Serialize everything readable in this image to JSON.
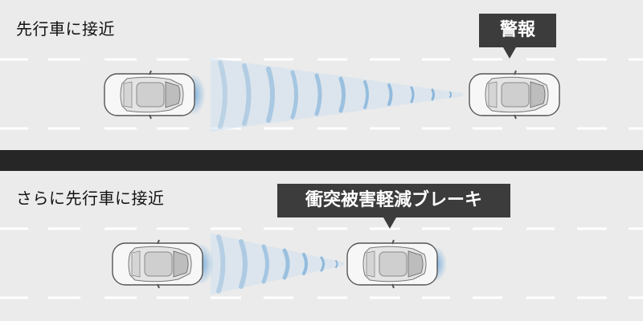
{
  "scenes": [
    {
      "label": "先行車に接近",
      "callout": "警報"
    },
    {
      "label": "さらに先行車に接近",
      "callout": "衝突被害軽減ブレーキ"
    }
  ],
  "icons": [
    "car-icon",
    "radar-wave-icon"
  ],
  "colors": {
    "background": "#ebebeb",
    "divider": "#262626",
    "callout": "#3c3c3c",
    "lane": "#ffffff",
    "radar": "#8fb8d8"
  }
}
